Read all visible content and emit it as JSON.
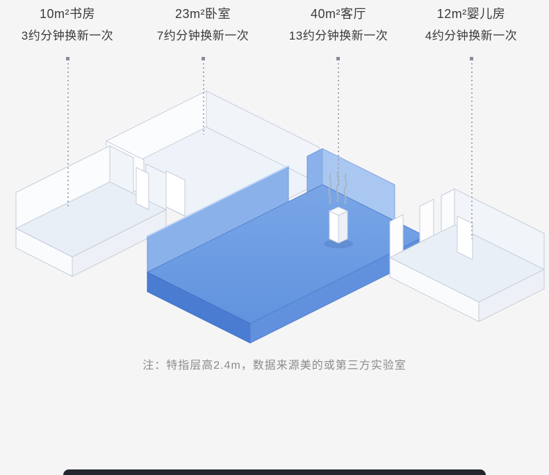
{
  "page": {
    "background": "#f5f5f6",
    "footer_color": "#23262d"
  },
  "labels": [
    {
      "room": "study",
      "area": "10m²书房",
      "rate": "3约分钟换新一次"
    },
    {
      "room": "bedroom",
      "area": "23m²卧室",
      "rate": "7约分钟换新一次"
    },
    {
      "room": "living-room",
      "area": "40m²客厅",
      "rate": "13约分钟换新一次"
    },
    {
      "room": "nursery",
      "area": "12m²婴儿房",
      "rate": "4约分钟换新一次"
    }
  ],
  "note": "注：特指层高2.4m，数据来源美的或第三方实验室",
  "diagram": {
    "type": "isometric-floor-plan",
    "device": "air-purifier",
    "rooms": [
      {
        "name": "书房",
        "area_m2": 10,
        "refresh_minutes": 3,
        "highlighted": false
      },
      {
        "name": "卧室",
        "area_m2": 23,
        "refresh_minutes": 7,
        "highlighted": false
      },
      {
        "name": "客厅",
        "area_m2": 40,
        "refresh_minutes": 13,
        "highlighted": true
      },
      {
        "name": "婴儿房",
        "area_m2": 12,
        "refresh_minutes": 4,
        "highlighted": false
      }
    ],
    "colors": {
      "highlight_floor": "#6d9ce2",
      "highlight_wall": "#8bb1ea",
      "plain_wall": "#fbfcfe",
      "plain_floor": "#e9eff7",
      "outline": "#c5cbd7"
    }
  }
}
